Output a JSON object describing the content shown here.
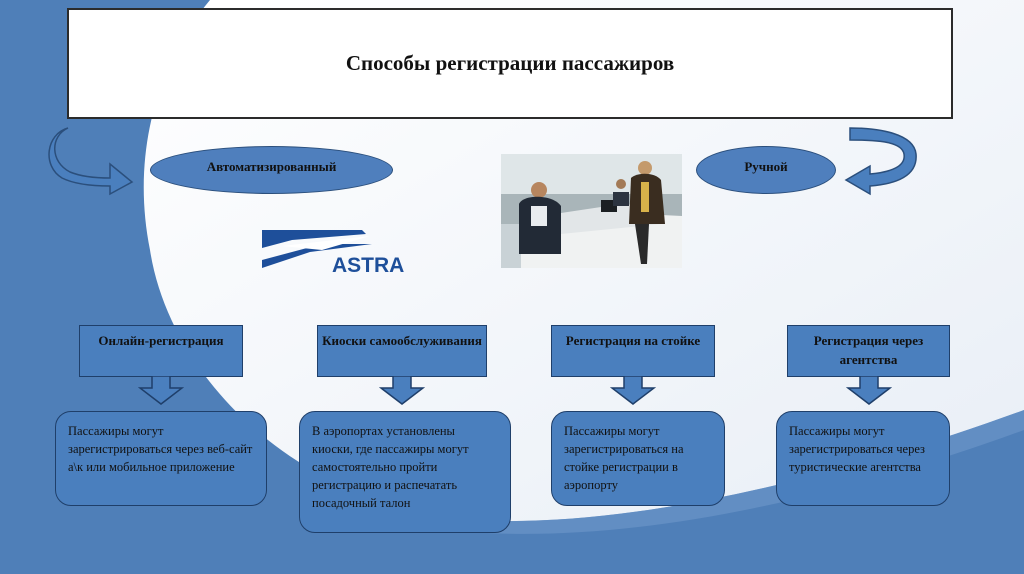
{
  "title": "Способы регистрации пассажиров",
  "ovals": {
    "automated": "Автоматизированный",
    "manual": "Ручной"
  },
  "logo": {
    "text": "ASTRA"
  },
  "photo": {
    "description": "check-in-desk-photo"
  },
  "categories": [
    {
      "label": "Онлайн-регистрация",
      "description": "Пассажиры могут зарегистрироваться через веб-сайт а\\к или мобильное приложение"
    },
    {
      "label": "Киоски самообслуживания",
      "description": "В аэропортах установлены киоски, где пассажиры могут самостоятельно пройти регистрацию и распечатать посадочный талон"
    },
    {
      "label": "Регистрация на стойке",
      "description": "Пассажиры могут зарегистрироваться на стойке регистрации в аэропорту"
    },
    {
      "label": "Регистрация через агентства",
      "description": "Пассажиры могут зарегистрироваться через туристические агентства"
    }
  ],
  "colors": {
    "background": "#4f7fb8",
    "box_fill": "#4a7fbe",
    "logo_blue": "#1e4f9a"
  }
}
